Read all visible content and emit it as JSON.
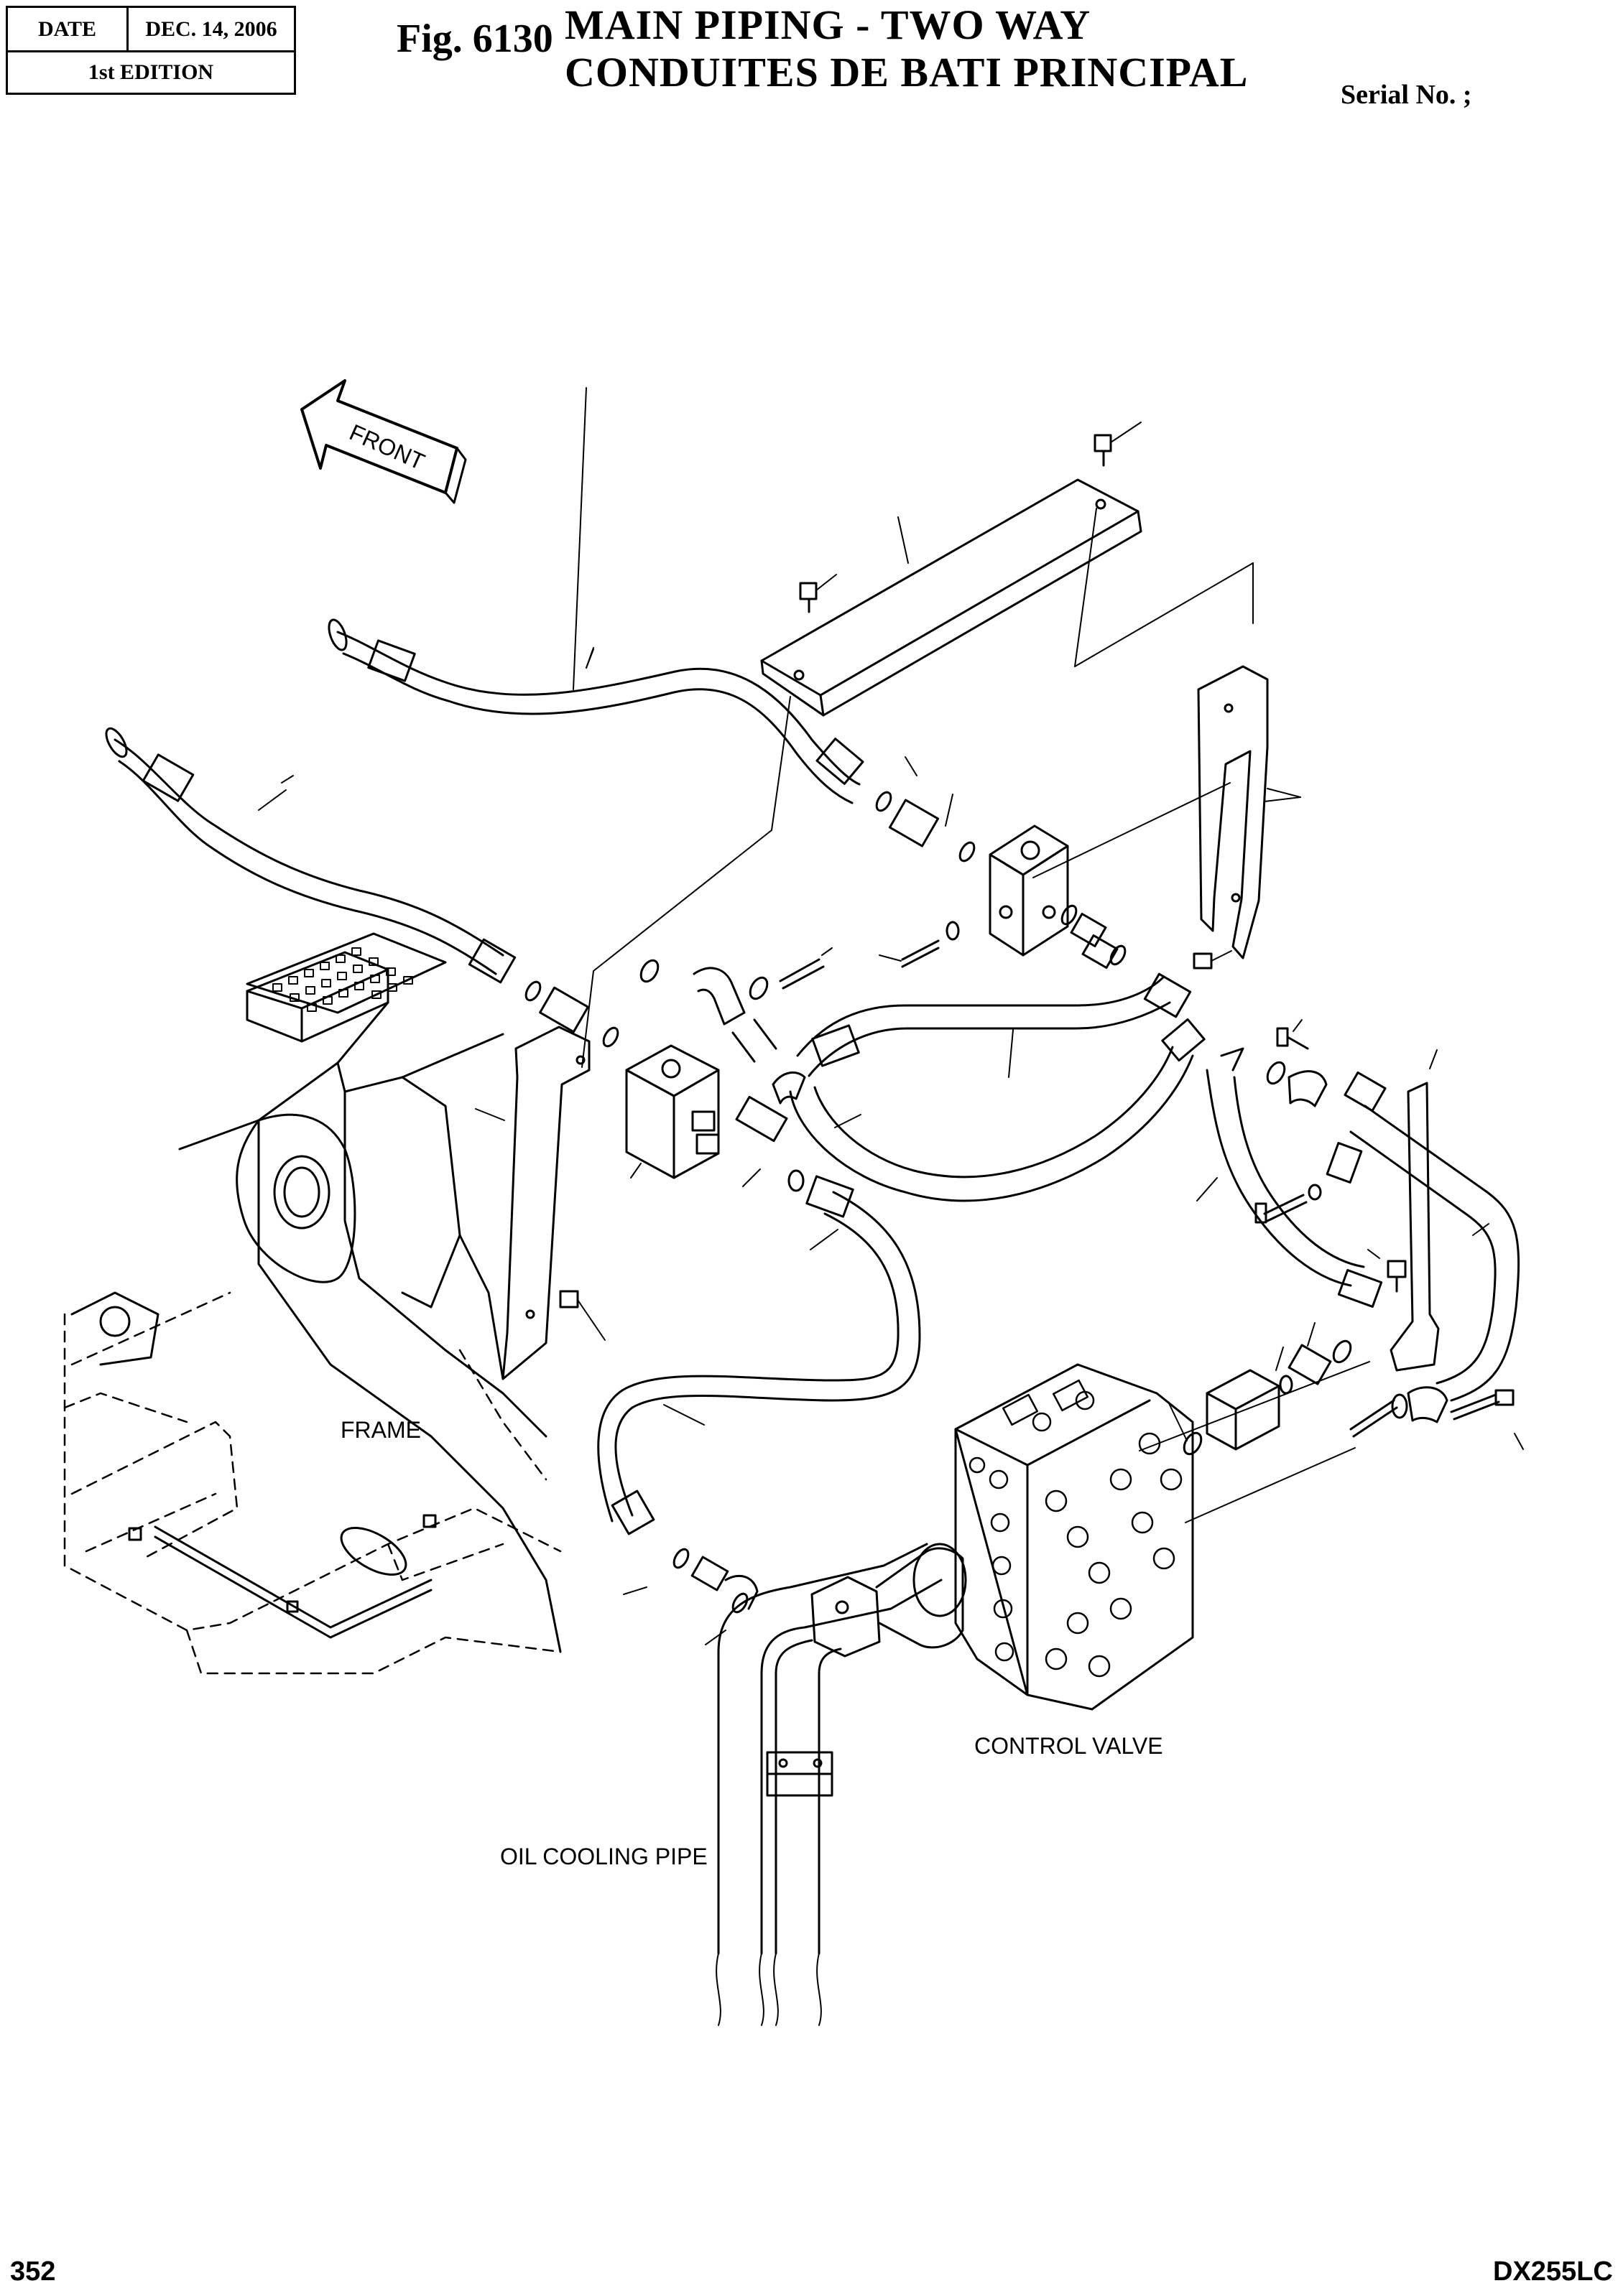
{
  "header": {
    "date_label": "DATE",
    "date_value": "DEC. 14, 2006",
    "edition": "1st EDITION",
    "figure": "Fig. 6130",
    "title_en": "MAIN PIPING - TWO WAY",
    "title_fr": "CONDUITES DE BATI PRINCIPAL",
    "serial": "Serial No. ;"
  },
  "diagram": {
    "front_arrow": "FRONT",
    "labels": {
      "frame": "FRAME",
      "control_valve": "CONTROL VALVE",
      "oil_cooling_pipe": "OIL COOLING PIPE"
    }
  },
  "footer": {
    "page": "352",
    "model": "DX255LC"
  }
}
